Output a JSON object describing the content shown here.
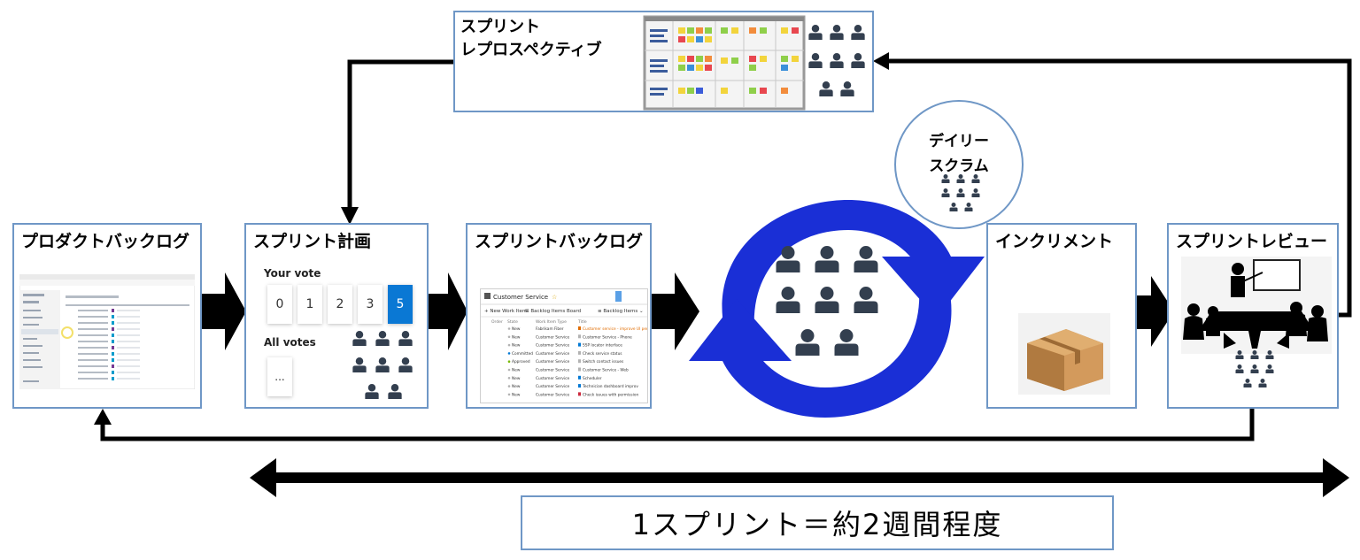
{
  "boxes": {
    "product_backlog": "プロダクトバックログ",
    "sprint_planning": "スプリント計画",
    "sprint_backlog": "スプリントバックログ",
    "increment": "インクリメント",
    "sprint_review": "スプリントレビュー",
    "retrospective_line1": "スプリント",
    "retrospective_line2": "レプロスペクティブ"
  },
  "daily_scrum": {
    "line1": "デイリー",
    "line2": "スクラム"
  },
  "planning_poker": {
    "your_vote": "Your vote",
    "cards": [
      "0",
      "1",
      "2",
      "3",
      "5"
    ],
    "selected": "5",
    "all_votes": "All votes",
    "placeholder": "..."
  },
  "sprint_backlog_shot": {
    "title": "Customer Service",
    "toolbar": [
      "New Work Item",
      "Backlog Items Board",
      "Backlog Items"
    ],
    "columns": [
      "Order",
      "State",
      "Work Item Type",
      "Title"
    ],
    "rows": [
      {
        "state": "New",
        "area": "Fabrikam Fiber",
        "title": "Customer service - improve UI perf"
      },
      {
        "state": "New",
        "area": "Customer Service",
        "title": "Customer Service - Phone"
      },
      {
        "state": "New",
        "area": "Customer Service",
        "title": "SSP locator interface"
      },
      {
        "state": "Committed",
        "area": "Customer Service",
        "title": "Check service status"
      },
      {
        "state": "Approved",
        "area": "Customer Service",
        "title": "Switch contact issues"
      },
      {
        "state": "New",
        "area": "Customer Service",
        "title": "Customer Service - Web"
      },
      {
        "state": "New",
        "area": "Customer Service",
        "title": "Scheduler"
      },
      {
        "state": "New",
        "area": "Customer Service",
        "title": "Technician dashboard improv"
      },
      {
        "state": "New",
        "area": "Customer Service",
        "title": "Check issues with permission"
      }
    ]
  },
  "footer": "1スプリント＝約2週間程度",
  "colors": {
    "box_border": "#6f97c6",
    "cycle_blue": "#1a2fd6",
    "arrow_black": "#000000",
    "person_gray": "#333f4f",
    "vote_selected": "#0a78d4"
  }
}
